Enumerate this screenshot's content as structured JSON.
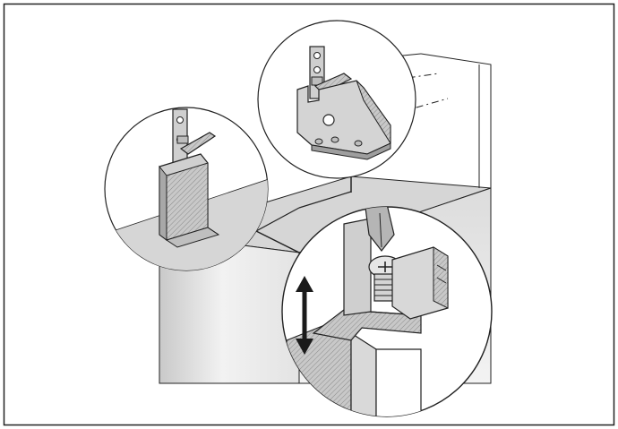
{
  "figure": {
    "kind": "technical installation illustration",
    "labels": [],
    "parts": {
      "cabinet": "appliance-cabinet",
      "bracket_left": "mounting-bracket-left",
      "bracket_right": "mounting-bracket-right",
      "detail": "adjustment-screw-detail",
      "arrow": "up-down-adjust-arrow"
    },
    "colors": {
      "frame": "#222222",
      "cabinet_top": "#d9d9d9",
      "cabinet_front": "#e6e6e6",
      "metal": "#bdbdbd",
      "metal_dark": "#7a7a7a",
      "ink": "#1a1a1a"
    }
  }
}
